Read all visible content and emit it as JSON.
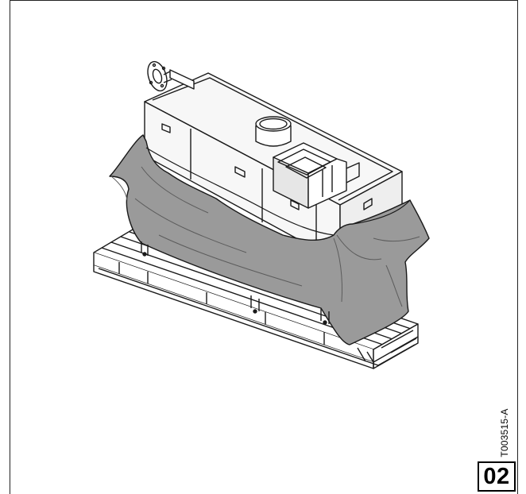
{
  "figure": {
    "reference_code": "T003515-A",
    "page_number": "02",
    "colors": {
      "line": "#1a1a1a",
      "cover": "#9a9a9a",
      "cover_dark": "#6e6e6e",
      "panel": "#f7f7f7",
      "panel_side": "#e6e6e6",
      "pallet": "#ffffff"
    },
    "subjects": [
      "boiler-unit",
      "protective-cover",
      "wooden-pallet",
      "flue-outlet",
      "flange-connection"
    ]
  }
}
